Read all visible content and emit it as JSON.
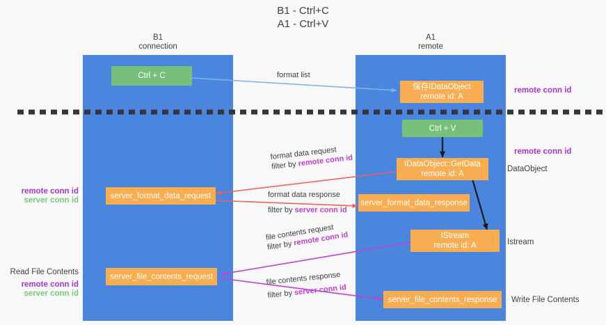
{
  "title": {
    "line1": "B1 - Ctrl+C",
    "line2": "A1 - Ctrl+V"
  },
  "lanes": [
    {
      "name": "b1",
      "title": "B1",
      "subtitle": "connection"
    },
    {
      "name": "a1",
      "title": "A1",
      "subtitle": "remote"
    }
  ],
  "boxes": {
    "ctrl_c": {
      "label": "Ctrl + C"
    },
    "save_dataobject": {
      "line1": "保存IDataObject",
      "line2": "remote id: A"
    },
    "ctrl_v": {
      "label": "Ctrl + V"
    },
    "getdata": {
      "line1": "IDataObject::GetData",
      "line2": "remote id: A"
    },
    "server_format_data_request": {
      "label": "server_format_data_request"
    },
    "server_format_data_response": {
      "label": "server_format_data_response"
    },
    "istream": {
      "line1": "IStream",
      "line2": "remote id: A"
    },
    "server_file_contents_request": {
      "label": "server_file_contents_request"
    },
    "server_file_contents_response": {
      "label": "server_file_contents_response"
    }
  },
  "edge_labels": {
    "format_list": "format list",
    "format_data_request": "format data request",
    "format_data_request_filter_prefix": "filter by ",
    "format_data_request_filter_key": "remote conn id",
    "format_data_response": "format data response",
    "format_data_response_filter_prefix": "filter by ",
    "format_data_response_filter_key": "server conn id",
    "file_contents_request": "file contents request",
    "file_contents_request_filter_prefix": "filter by ",
    "file_contents_request_filter_key": "remote conn id",
    "file_contents_response": "file contents response",
    "file_contents_response_filter_prefix": "filter by ",
    "file_contents_response_filter_key": "server conn id"
  },
  "annotations": {
    "right_remote_conn_id_top": "remote conn id",
    "right_remote_conn_id_mid": "remote conn id",
    "right_dataobject": "DataObject",
    "right_istream": "Istream",
    "right_write_file_contents": "Write File Contents",
    "left_remote_conn_id_mid": "remote conn id",
    "left_server_conn_id_mid": "server conn id",
    "left_read_file_contents": "Read File Contents",
    "left_remote_conn_id_bot": "remote conn id",
    "left_server_conn_id_bot": "server conn id"
  },
  "colors": {
    "lane": "#4a86de",
    "box_green": "#76c07a",
    "box_orange": "#f9ad51",
    "accent_purple": "#a637cf",
    "accent_green": "#7ac87e",
    "arrow_blue": "#7eb3e8",
    "arrow_red": "#e8655e",
    "arrow_magenta": "#c040d0",
    "arrow_black": "#1a1a1a",
    "background": "#f8f8f9"
  }
}
